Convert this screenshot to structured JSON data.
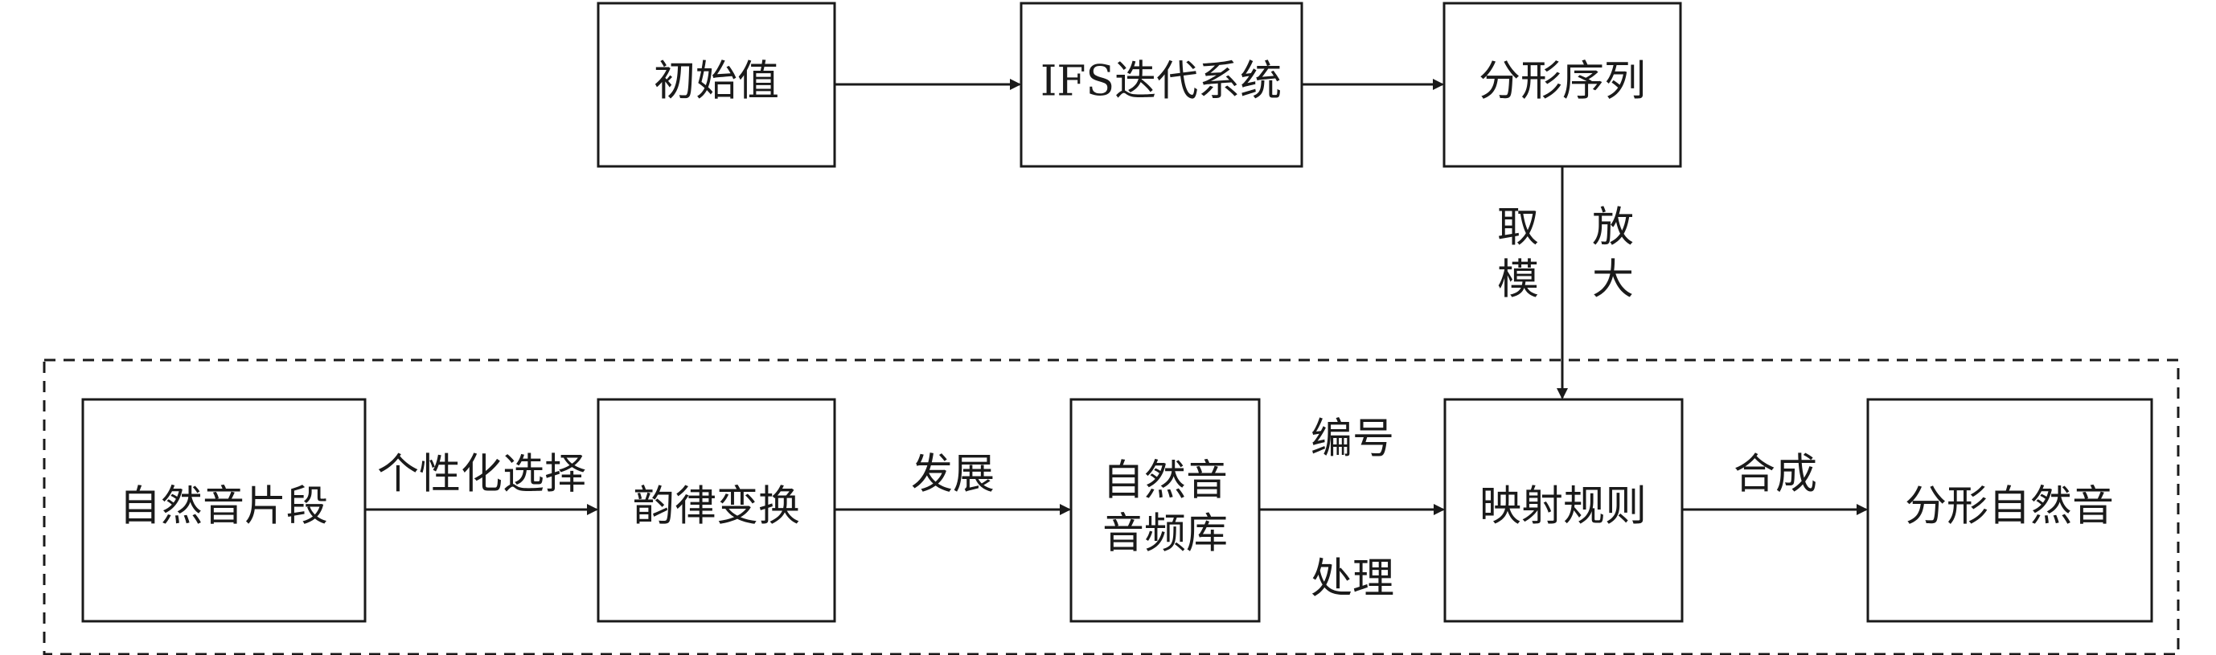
{
  "boxes": {
    "initial_value": "初始值",
    "ifs_system": "IFS迭代系统",
    "fractal_sequence": "分形序列",
    "natural_fragment": "自然音片段",
    "rhythm_transform": "韵律变换",
    "sound_library_line1": "自然音",
    "sound_library_line2": "音频库",
    "mapping_rule": "映射规则",
    "fractal_natural_sound": "分形自然音"
  },
  "edges": {
    "modulo_line1": "取",
    "modulo_line2": "模",
    "amplify_line1": "放",
    "amplify_line2": "大",
    "personalized_select": "个性化选择",
    "develop": "发展",
    "numbering": "编号",
    "processing": "处理",
    "synthesize": "合成"
  },
  "colors": {
    "stroke": "#1a1a1a",
    "background": "#ffffff"
  }
}
